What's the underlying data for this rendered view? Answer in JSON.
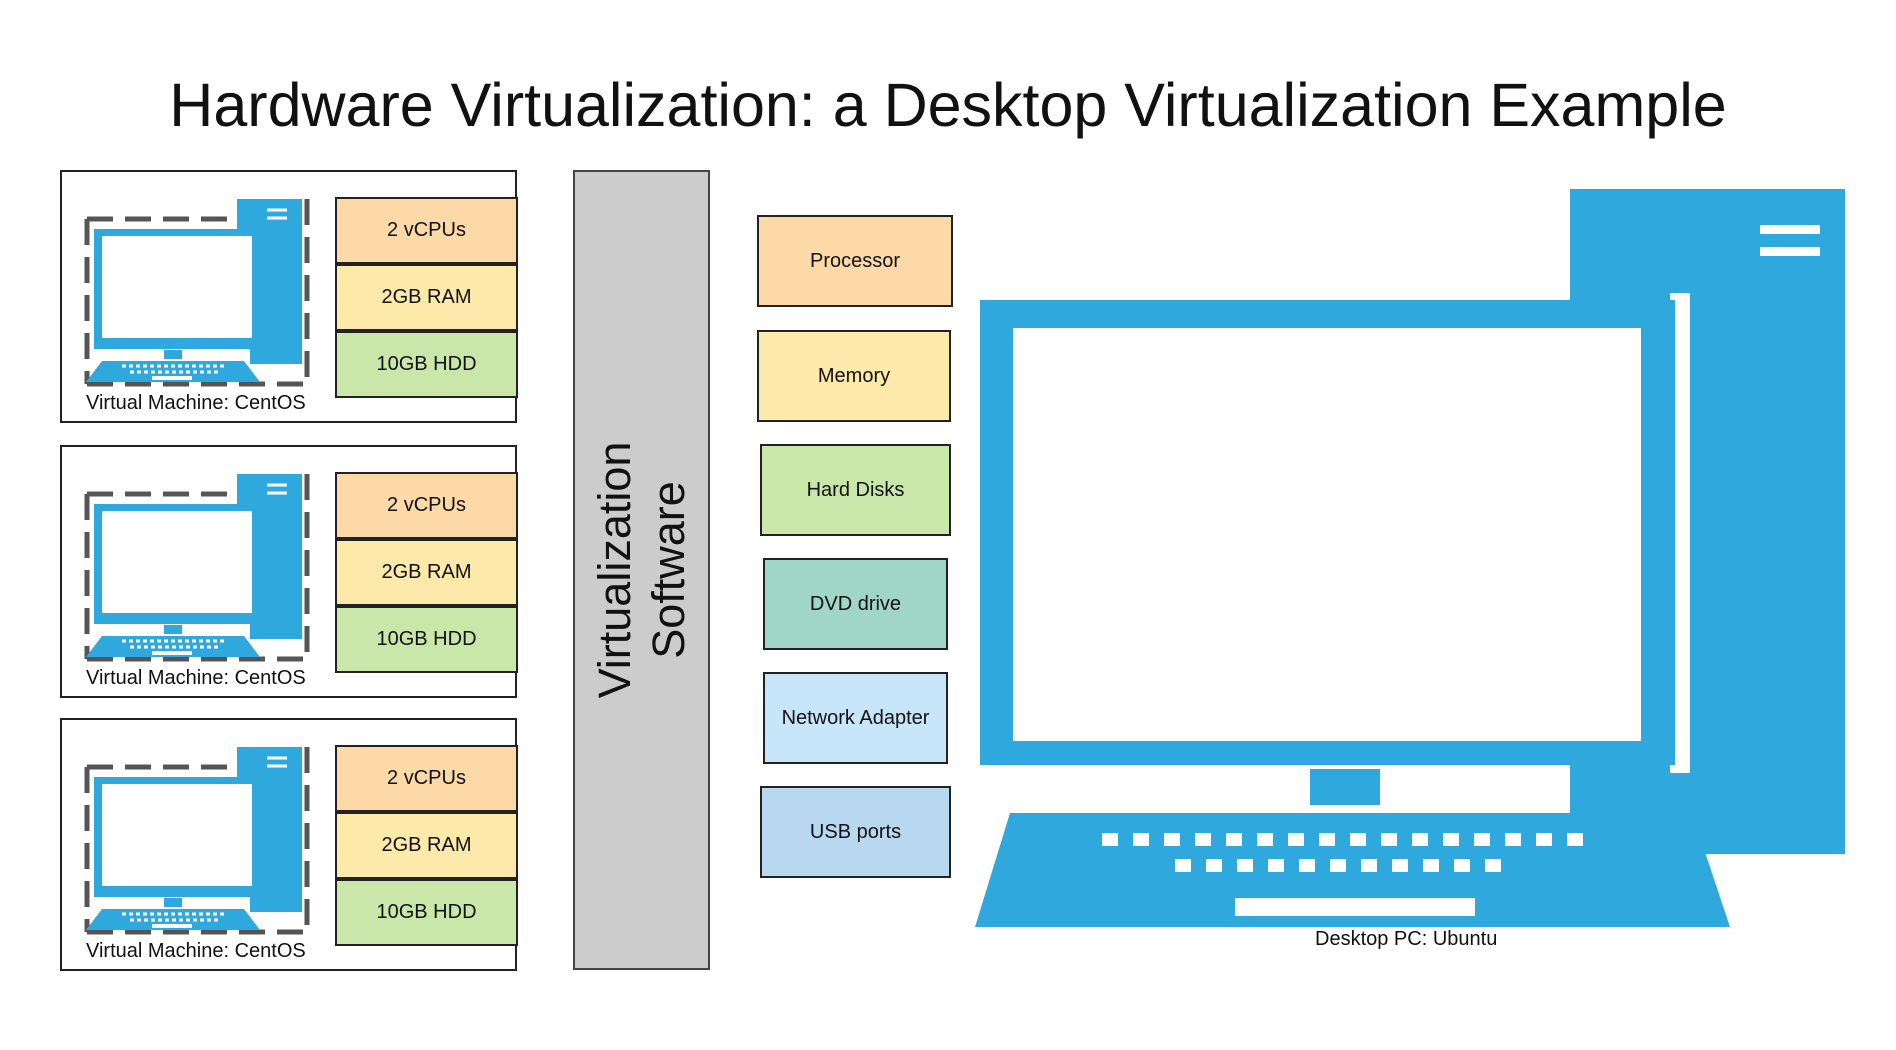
{
  "title": "Hardware Virtualization: a Desktop Virtualization Example",
  "virtual_machines": [
    {
      "label": "Virtual Machine: CentOS",
      "resources": [
        "2 vCPUs",
        "2GB RAM",
        "10GB HDD"
      ]
    },
    {
      "label": "Virtual Machine: CentOS",
      "resources": [
        "2 vCPUs",
        "2GB RAM",
        "10GB HDD"
      ]
    },
    {
      "label": "Virtual Machine: CentOS",
      "resources": [
        "2 vCPUs",
        "2GB RAM",
        "10GB HDD"
      ]
    }
  ],
  "virtualization_software": {
    "line1": "Virtualization",
    "line2": "Software"
  },
  "hardware": [
    "Processor",
    "Memory",
    "Hard Disks",
    "DVD drive",
    "Network Adapter",
    "USB ports"
  ],
  "desktop_pc": {
    "label": "Desktop PC: Ubuntu"
  },
  "colors": {
    "cpu": "#fcd9a7",
    "ram": "#fde9a9",
    "hdd": "#c9e7a9",
    "dvd": "#9fd6c6",
    "network": "#c7e6f9",
    "usb": "#b7d8ee",
    "icon_blue": "#2fa8de",
    "vsoft_gray": "#cccccc"
  },
  "icons": {
    "vm": "virtual-computer-icon",
    "pc": "desktop-computer-icon"
  }
}
